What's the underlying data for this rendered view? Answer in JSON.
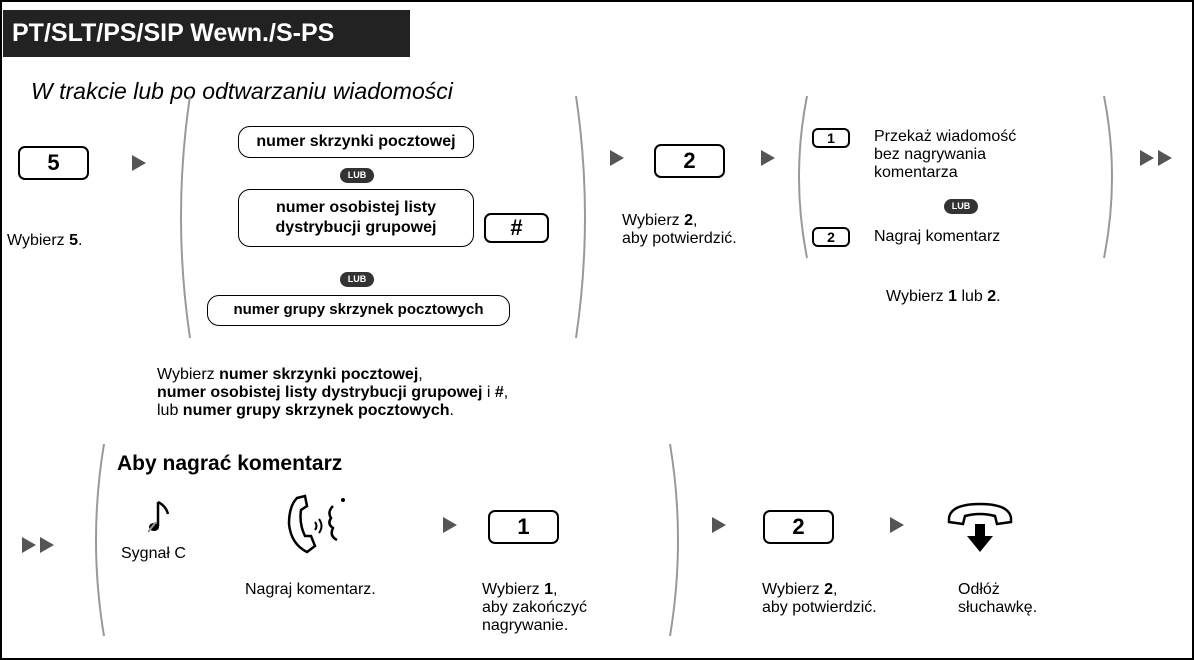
{
  "header": {
    "title": "PT/SLT/PS/SIP Wewn./S-PS"
  },
  "subtitle": "W trakcie lub po odtwarzaniu wiadomości",
  "step1": {
    "key": "5",
    "caption_prefix": "Wybierz ",
    "caption_bold": "5",
    "caption_suffix": "."
  },
  "lub_label": "LUB",
  "step2": {
    "option_mailbox": "numer skrzynki pocztowej",
    "option_list_line1": "numer osobistej listy",
    "option_list_line2": "dystrybucji grupowej",
    "hash_key": "#",
    "option_group": "numer grupy skrzynek pocztowych",
    "caption_prefix": "Wybierz ",
    "caption_b1": "numer skrzynki pocztowej",
    "caption_comma1": ",",
    "caption_b2": "numer osobistej listy dystrybucji grupowej",
    "caption_i": " i ",
    "caption_b3": "#",
    "caption_comma2": ",",
    "caption_lub": "lub ",
    "caption_b4": "numer grupy skrzynek pocztowych",
    "caption_end": "."
  },
  "step3": {
    "key": "2",
    "caption_prefix": "Wybierz ",
    "caption_bold": "2",
    "caption_comma": ",",
    "caption_line2": "aby potwierdzić."
  },
  "step4": {
    "opt1_key": "1",
    "opt1_line1": "Przekaż wiadomość",
    "opt1_line2": "bez nagrywania",
    "opt1_line3": "komentarza",
    "opt2_key": "2",
    "opt2_label": "Nagraj komentarz",
    "caption_prefix": "Wybierz ",
    "caption_b1": "1",
    "caption_mid": " lub ",
    "caption_b2": "2",
    "caption_end": "."
  },
  "record_section": {
    "title": "Aby nagrać komentarz",
    "tone_label": "Sygnał C",
    "record_caption": "Nagraj komentarz.",
    "key1": "1",
    "key1_caption_prefix": "Wybierz ",
    "key1_caption_bold": "1",
    "key1_caption_comma": ",",
    "key1_caption_line2": "aby zakończyć",
    "key1_caption_line3": "nagrywanie.",
    "key2": "2",
    "key2_caption_prefix": "Wybierz ",
    "key2_caption_bold": "2",
    "key2_caption_comma": ",",
    "key2_caption_line2": "aby potwierdzić.",
    "hangup_line1": "Odłóż",
    "hangup_line2": "słuchawkę."
  },
  "icons": {
    "arrow": "triangle-right-icon",
    "double_arrow": "double-triangle-right-icon",
    "tone": "music-note-icon",
    "talk": "handset-talking-icon",
    "hangup": "on-hook-handset-icon"
  }
}
